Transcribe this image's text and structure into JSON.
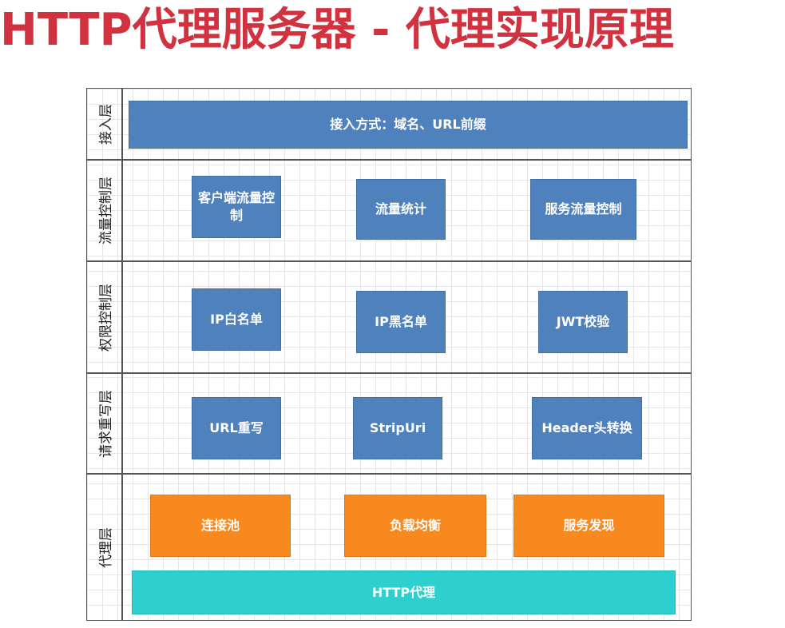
{
  "title": "HTTP代理服务器 - 代理实现原理",
  "layers": {
    "access": {
      "label": "接入层",
      "box": "接入方式：域名、URL前缀"
    },
    "flow": {
      "label": "流量控制层",
      "boxes": [
        "客户端流量控制",
        "流量统计",
        "服务流量控制"
      ]
    },
    "auth": {
      "label": "权限控制层",
      "boxes": [
        "IP白名单",
        "IP黑名单",
        "JWT校验"
      ]
    },
    "rewrite": {
      "label": "请求重写层",
      "boxes": [
        "URL重写",
        "StripUri",
        "Header头转换"
      ]
    },
    "proxy": {
      "label": "代理层",
      "boxes": [
        "连接池",
        "负载均衡",
        "服务发现"
      ],
      "base": "HTTP代理"
    }
  },
  "colors": {
    "title": "#d0333f",
    "blue_box": "#4f81bd",
    "orange_box": "#f7891f",
    "teal_box": "#2ecfcf"
  }
}
